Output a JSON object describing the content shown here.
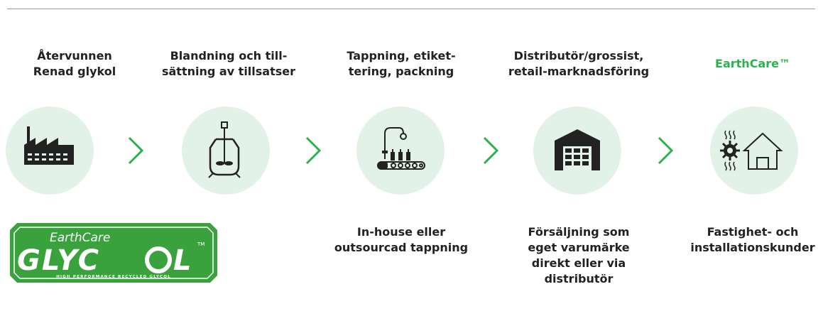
{
  "steps": [
    {
      "title": "Återvunnen\nRenad glykol",
      "icon": "factory-icon"
    },
    {
      "title": "Blandning och till-\nsättning av tillsatser",
      "icon": "mixing-tank-icon"
    },
    {
      "title": "Tappning, etiket-\ntering, packning",
      "icon": "bottling-line-icon"
    },
    {
      "title": "Distributör/grossist,\nretail-marknadsföring",
      "icon": "warehouse-icon"
    },
    {
      "title": "EarthCare™",
      "icon": "heat-house-icon"
    }
  ],
  "bottom_texts": {
    "bottling": "In-house eller\noutsourcad tappning",
    "distribution": "Försäljning som\neget varumärke\ndirekt eller via\ndistributör",
    "customers": "Fastighet- och\ninstallationskunder"
  },
  "logo": {
    "line1": "EarthCare",
    "line2": "GLYC",
    "line3": "L",
    "tm": "TM",
    "tagline": "HIGH PERFORMANCE RECYCLED GLYCOL"
  },
  "colors": {
    "accent": "#2bb24c",
    "circle_bg": "#e3f2e8",
    "icon": "#222222",
    "logo_green": "#3aa23d"
  }
}
